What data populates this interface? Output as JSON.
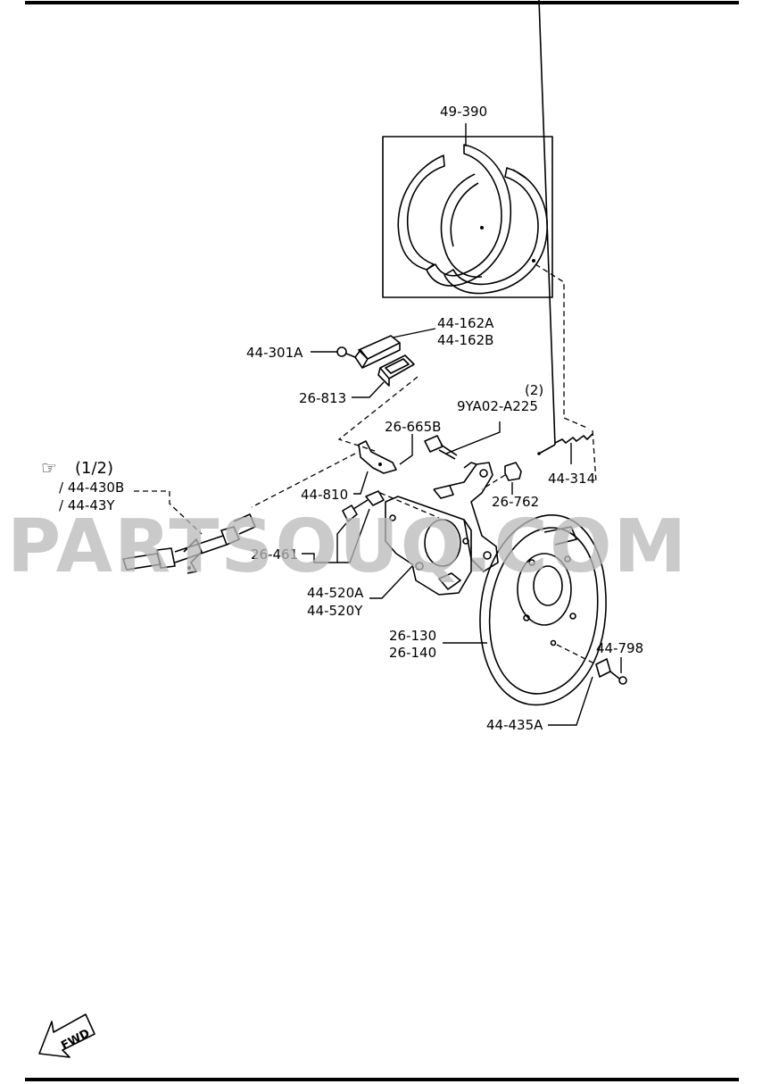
{
  "diagram": {
    "watermark": "PARTSOUQ.COM",
    "reference": {
      "symbol": "☞",
      "page": "(1/2)",
      "line1": "/ 44-430B",
      "line2": "/ 44-43Y"
    },
    "parts": {
      "shoe_set": "49-390",
      "shim_a": "44-162A",
      "shim_b": "44-162B",
      "screw_301": "44-301A",
      "pad_813": "26-813",
      "bolt_665": "26-665B",
      "bolt_9ya_qty": "(2)",
      "bolt_9ya": "9YA02-A225",
      "spring_314": "44-314",
      "lever_810": "44-810",
      "cap_762": "26-762",
      "bushing_461": "26-461",
      "plate_a": "44-520A",
      "plate_y": "44-520Y",
      "disc_130": "26-130",
      "disc_140": "26-140",
      "clip_798": "44-798",
      "bracket_435": "44-435A"
    },
    "fwd_label": "FWD"
  }
}
